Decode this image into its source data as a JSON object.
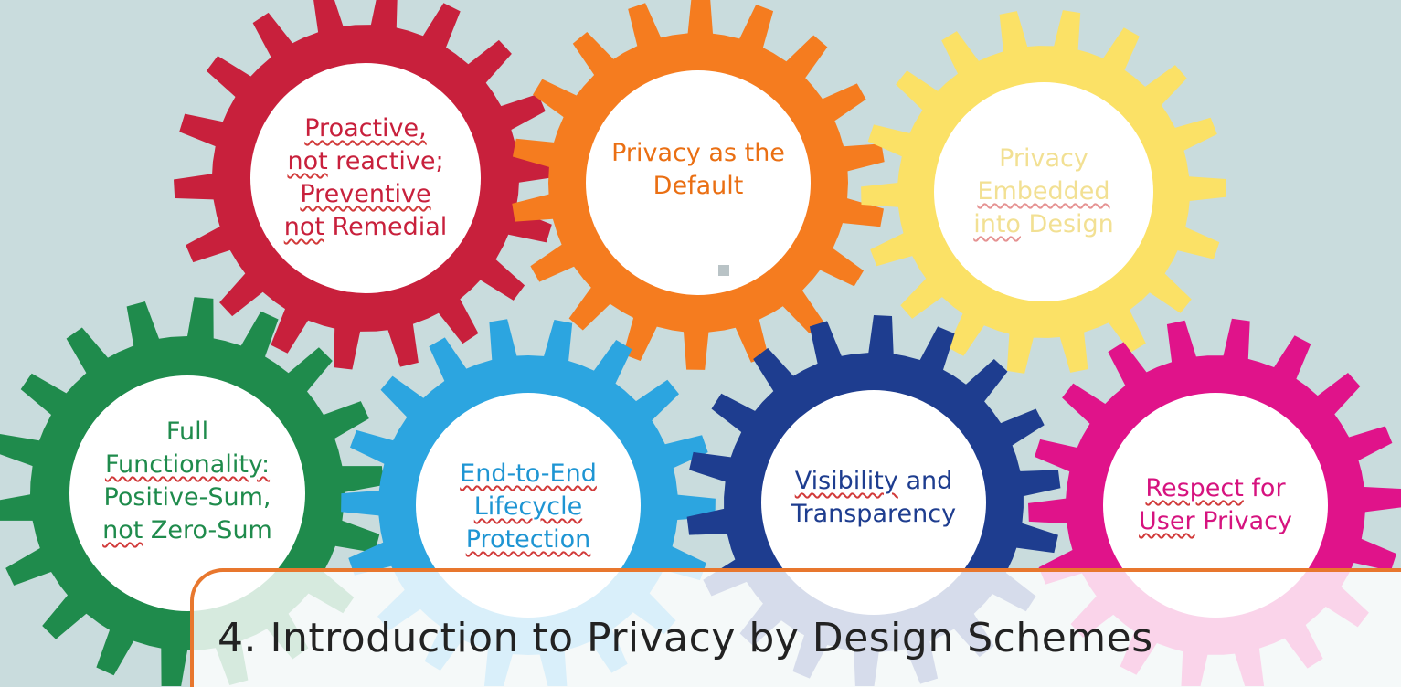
{
  "page_title": "4. Introduction to Privacy by Design Schemes",
  "colors": {
    "background": "#c9dcdd",
    "banner_border": "#e8772e",
    "spell_underline": "#d13a3a"
  },
  "gears": [
    {
      "id": "proactive",
      "color": "#c8203c",
      "text_color": "#c8203c",
      "lines": [
        [
          "Proactive,"
        ],
        [
          "not",
          " reactive;"
        ],
        [
          "Preventive"
        ],
        [
          "not",
          " Remedial"
        ]
      ]
    },
    {
      "id": "default",
      "color": "#f57c1f",
      "text_color": "#ea6f13",
      "lines": [
        [
          "Privacy as the"
        ],
        [
          "Default"
        ]
      ]
    },
    {
      "id": "embedded",
      "color": "#fbe166",
      "text_color": "#e9c83c",
      "lines": [
        [
          "Privacy"
        ],
        [
          "Embedded"
        ],
        [
          "into",
          " Design"
        ]
      ]
    },
    {
      "id": "functionality",
      "color": "#1f8b4c",
      "text_color": "#1f8b4c",
      "lines": [
        [
          "Full"
        ],
        [
          "Functionality:"
        ],
        [
          "Positive-Sum,"
        ],
        [
          "not",
          " Zero-Sum"
        ]
      ]
    },
    {
      "id": "lifecycle",
      "color": "#2ca5e0",
      "text_color": "#1e95d3",
      "lines": [
        [
          "End-to-End"
        ],
        [
          "Lifecycle"
        ],
        [
          "Protection"
        ]
      ]
    },
    {
      "id": "visibility",
      "color": "#1e3d8f",
      "text_color": "#1e3d8f",
      "lines": [
        [
          "Visibility",
          " and"
        ],
        [
          "Transparency"
        ]
      ]
    },
    {
      "id": "respect",
      "color": "#e0138a",
      "text_color": "#d6137f",
      "lines": [
        [
          "Respect",
          " for"
        ],
        [
          "User",
          " Privacy"
        ]
      ]
    }
  ]
}
